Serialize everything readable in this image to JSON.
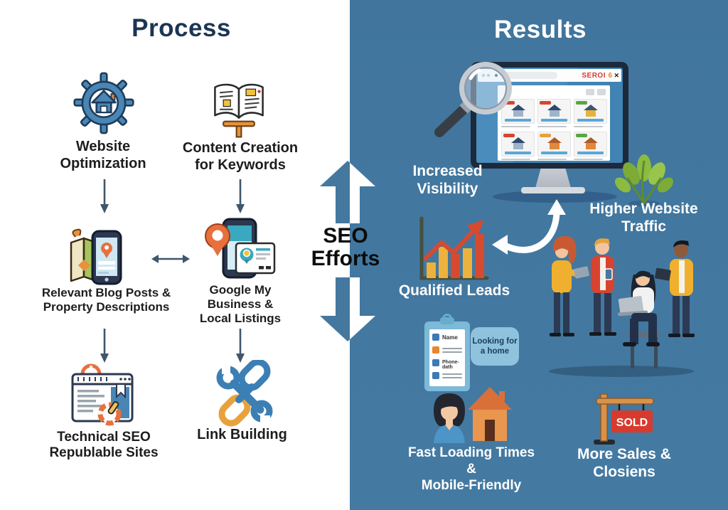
{
  "process": {
    "title": "Process",
    "items": [
      {
        "id": "website-optimization",
        "label": "Website\nOptimization"
      },
      {
        "id": "content-creation",
        "label": "Content Creation\nfor Keywords"
      },
      {
        "id": "blog-posts",
        "label": "Relevant Blog Posts &\nProperty Descriptions"
      },
      {
        "id": "google-my-business",
        "label": "Google My\nBusiness &\nLocal Listings"
      },
      {
        "id": "technical-seo",
        "label": "Technical SEO\nRepublable Sites"
      },
      {
        "id": "link-building",
        "label": "Link Building"
      }
    ]
  },
  "divider": {
    "label": "SEO\nEfforts"
  },
  "results": {
    "title": "Results",
    "labels": {
      "increased_visibility": "Increased\nVisibility",
      "higher_website_traffic": "Higher Website\nTraffic",
      "qualified_leads": "Qualified Leads",
      "fast_loading": "Fast Loading Times &\nMobile-Friendly",
      "more_sales": "More Sales &\nClosiens"
    },
    "browser": {
      "brand": "SEROI",
      "badge": "6",
      "close": "✕",
      "cards": [
        {
          "badge": "#d8432f",
          "roof": "#2f4a6b",
          "body": "#9fb4c9"
        },
        {
          "badge": "#d8432f",
          "roof": "#2f4a6b",
          "body": "#9fb4c9"
        },
        {
          "badge": "#57a83e",
          "roof": "#3a5876",
          "body": "#e8b33a"
        },
        {
          "badge": "#d8432f",
          "roof": "#2f4a6b",
          "body": "#9fb4c9"
        },
        {
          "badge": "#e8a23a",
          "roof": "#b05a28",
          "body": "#e0883c"
        },
        {
          "badge": "#57a83e",
          "roof": "#b05a28",
          "body": "#e0883c"
        }
      ]
    },
    "checklist": {
      "row1": "Name",
      "row3": "Phone-dath"
    },
    "speech_bubble": "Looking for\na home",
    "sold_sign": "SOLD"
  },
  "colors": {
    "panel_blue": "#44789f",
    "steel_blue": "#4a86b4",
    "accent_orange": "#e8862d",
    "accent_red": "#d8432f",
    "accent_yellow": "#eeb02f",
    "navy_title": "#1c3553"
  }
}
